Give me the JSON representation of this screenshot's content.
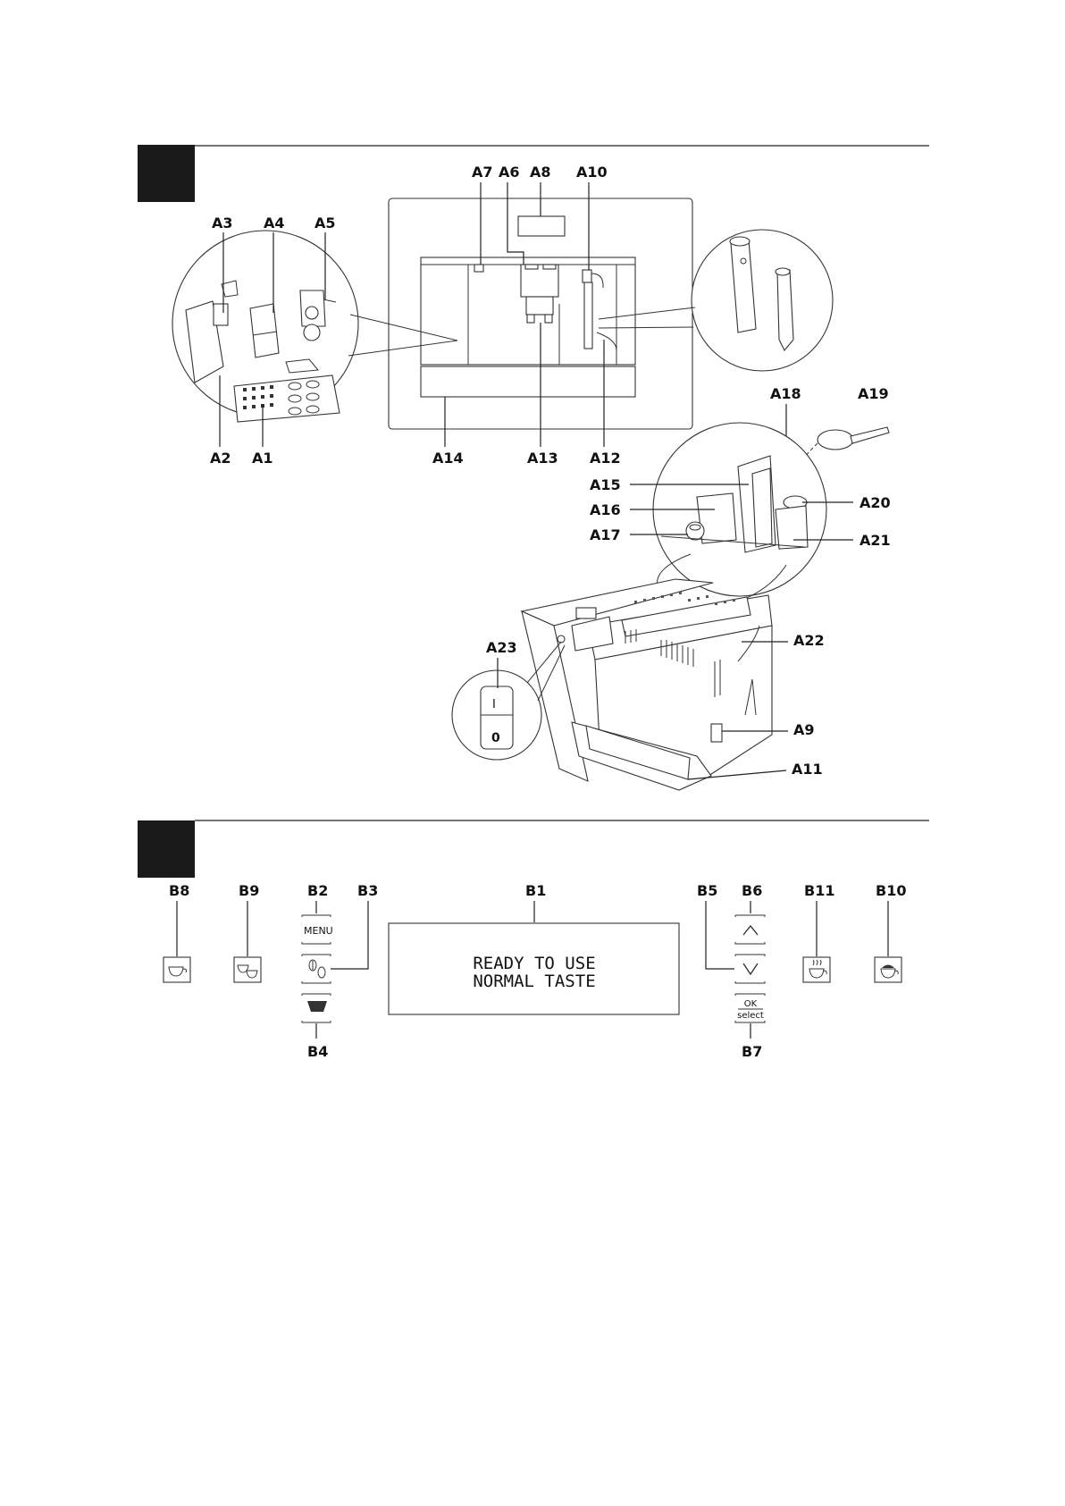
{
  "labels": {
    "A1": "A1",
    "A2": "A2",
    "A3": "A3",
    "A4": "A4",
    "A5": "A5",
    "A6": "A6",
    "A7": "A7",
    "A8": "A8",
    "A9": "A9",
    "A10": "A10",
    "A11": "A11",
    "A12": "A12",
    "A13": "A13",
    "A14": "A14",
    "A15": "A15",
    "A16": "A16",
    "A17": "A17",
    "A18": "A18",
    "A19": "A19",
    "A20": "A20",
    "A21": "A21",
    "A22": "A22",
    "A23": "A23",
    "B1": "B1",
    "B2": "B2",
    "B3": "B3",
    "B4": "B4",
    "B5": "B5",
    "B6": "B6",
    "B7": "B7",
    "B8": "B8",
    "B9": "B9",
    "B10": "B10",
    "B11": "B11"
  },
  "switch": {
    "on": "I",
    "off": "0"
  },
  "panel": {
    "menu_label": "MENU",
    "ok_label": "OK",
    "select_label": "select",
    "display_line1": "READY TO USE",
    "display_line2": "NORMAL TASTE"
  },
  "icons": {
    "B2": "menu-button",
    "B3": "coffee-beans-icon",
    "B4": "ground-coffee-icon",
    "B5": "arrow-down-icon",
    "B6": "arrow-up-icon",
    "B7": "ok-select-button",
    "B8": "single-cup-icon",
    "B9": "two-cups-icon",
    "B10": "cappuccino-cup-icon",
    "B11": "hot-water-cup-icon"
  },
  "colors": {
    "ink": "#111111",
    "section_marker": "#1a1a1a",
    "background": "#ffffff"
  }
}
